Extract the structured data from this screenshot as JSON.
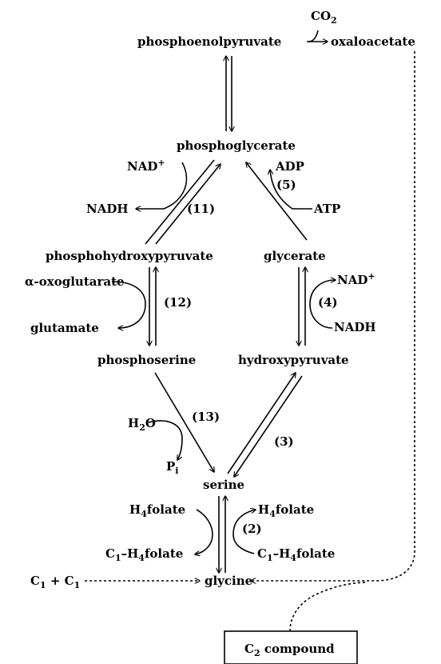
{
  "metabolites": {
    "co2": "CO",
    "co2_sub": "2",
    "phosphoenolpyruvate": "phosphoenolpyruvate",
    "oxaloacetate": "oxaloacetate",
    "phosphoglycerate": "phosphoglycerate",
    "phosphohydroxypyruvate": "phosphohydroxypyruvate",
    "glycerate": "glycerate",
    "phosphoserine": "phosphoserine",
    "hydroxypyruvate": "hydroxypyruvate",
    "serine": "serine",
    "glycine": "glycine",
    "c2_compound_pre": "C",
    "c2_compound_sub": "2",
    "c2_compound_post": " compound",
    "c1_pre": "C",
    "c1_sub": "1",
    "c1_plus": " + C",
    "c1_sub2": "1"
  },
  "cofactors": {
    "nad_plus": "NAD",
    "plus": "+",
    "nadh": "NADH",
    "adp": "ADP",
    "atp": "ATP",
    "oxoglutarate": "α-oxoglutarate",
    "glutamate": "glutamate",
    "h2o_h": "H",
    "h2o_sub": "2",
    "h2o_o": "O",
    "pi_p": "P",
    "pi_sub": "i",
    "h4folate_h": "H",
    "h4folate_sub": "4",
    "h4folate_rest": "folate",
    "c1_h4folate_c": "C",
    "c1_h4folate_sub1": "1",
    "c1_h4folate_mid": "–H",
    "c1_h4folate_sub4": "4",
    "c1_h4folate_rest": "folate"
  },
  "reactions": {
    "r2": "(2)",
    "r3": "(3)",
    "r4": "(4)",
    "r5": "(5)",
    "r11": "(11)",
    "r12": "(12)",
    "r13": "(13)"
  }
}
